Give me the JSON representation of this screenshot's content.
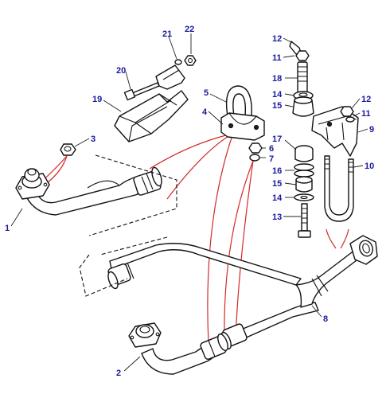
{
  "colors": {
    "callout": "#1a1a9c",
    "red_leader": "#d42a2a",
    "outline": "#111111"
  },
  "callouts": {
    "c1": "1",
    "c2": "2",
    "c3": "3",
    "c4": "4",
    "c5": "5",
    "c6": "6",
    "c7": "7",
    "c8": "8",
    "c9": "9",
    "c10": "10",
    "c11a": "11",
    "c11b": "11",
    "c12a": "12",
    "c12b": "12",
    "c13": "13",
    "c14a": "14",
    "c14b": "14",
    "c15a": "15",
    "c15b": "15",
    "c16": "16",
    "c17": "17",
    "c18": "18",
    "c19": "19",
    "c20": "20",
    "c21": "21",
    "c22": "22"
  }
}
